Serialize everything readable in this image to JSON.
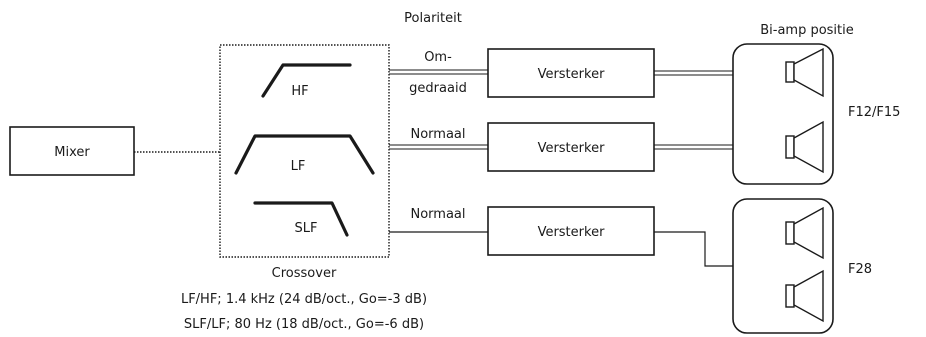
{
  "polarity_title": "Polariteit",
  "biamp_title": "Bi-amp positie",
  "mixer_label": "Mixer",
  "crossover": {
    "bands": [
      "HF",
      "LF",
      "SLF"
    ],
    "name": "Crossover",
    "spec_line_1": "LF/HF; 1.4 kHz (24 dB/oct., Go=-3 dB)",
    "spec_line_2": "SLF/LF; 80 Hz (18 dB/oct., Go=-6 dB)"
  },
  "polarity_labels": {
    "inverted_line_1": "Om-",
    "inverted_line_2": "gedraaid",
    "normal_1": "Normaal",
    "normal_2": "Normaal"
  },
  "amplifier_label": "Versterker",
  "speaker_groups": [
    "F12/F15",
    "F28"
  ]
}
